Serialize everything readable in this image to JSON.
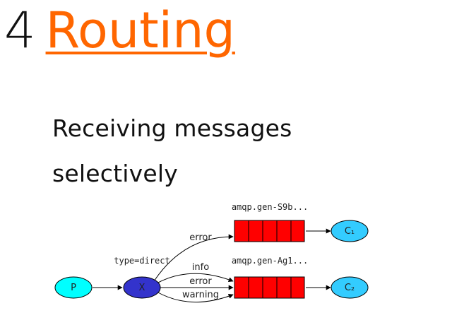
{
  "tutorial": {
    "number": "4",
    "title": "Routing"
  },
  "subtitle": "Receiving messages selectively",
  "diagram": {
    "producer_label": "P",
    "exchange_label": "X",
    "exchange_type": "type=direct",
    "queue1_name": "amqp.gen-S9b...",
    "queue2_name": "amqp.gen-Ag1...",
    "consumer1_label": "C₁",
    "consumer2_label": "C₂",
    "binding_q1": "error",
    "binding_q2_info": "info",
    "binding_q2_error": "error",
    "binding_q2_warning": "warning",
    "colors": {
      "accent": "#ff6600",
      "producer_fill": "#00ffff",
      "exchange_fill": "#3333cc",
      "queue_fill": "#ff0000",
      "consumer_fill": "#33ccff"
    }
  }
}
